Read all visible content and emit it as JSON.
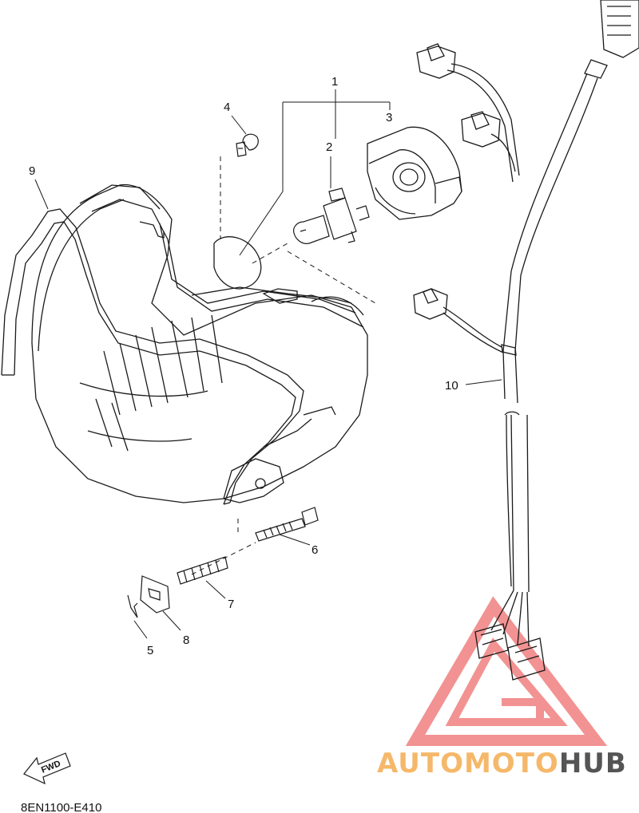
{
  "diagram": {
    "reference_code": "8EN1100-E410",
    "fwd_label": "FWD",
    "callouts": [
      "1",
      "2",
      "3",
      "4",
      "5",
      "6",
      "7",
      "8",
      "9",
      "10"
    ]
  },
  "watermark": {
    "brand_part1": "AUTOMOTO",
    "brand_part2": "HUB",
    "color_primary": "#f08080",
    "color_secondary": "#f5b86a",
    "color_dark": "#555555"
  },
  "colors": {
    "line": "#1a1a1a",
    "background": "#ffffff"
  }
}
